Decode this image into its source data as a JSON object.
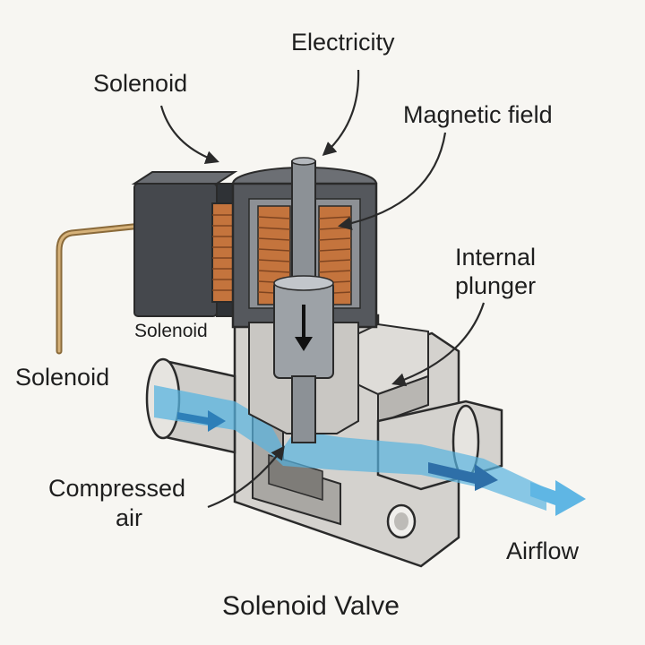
{
  "labels": {
    "electricity": "Electricity",
    "solenoid_top": "Solenoid",
    "magnetic_field": "Magnetic field",
    "internal_plunger_line1": "Internal",
    "internal_plunger_line2": "plunger",
    "solenoid_body": "Solenoid",
    "solenoid_left": "Solenoid",
    "compressed_air_line1": "Compressed",
    "compressed_air_line2": "air",
    "airflow": "Airflow"
  },
  "title": "Solenoid Valve",
  "colors": {
    "background": "#f7f6f2",
    "valve_body": "#d4d2ce",
    "valve_dark": "#9a9894",
    "coil": "#c4743d",
    "housing": "#4a4d52",
    "plunger": "#8c9196",
    "air": "#58b4e0",
    "outline": "#2a2a2a"
  },
  "icons": [
    "down-arrow-icon",
    "flow-arrow-icon",
    "callout-arrow-icon"
  ]
}
